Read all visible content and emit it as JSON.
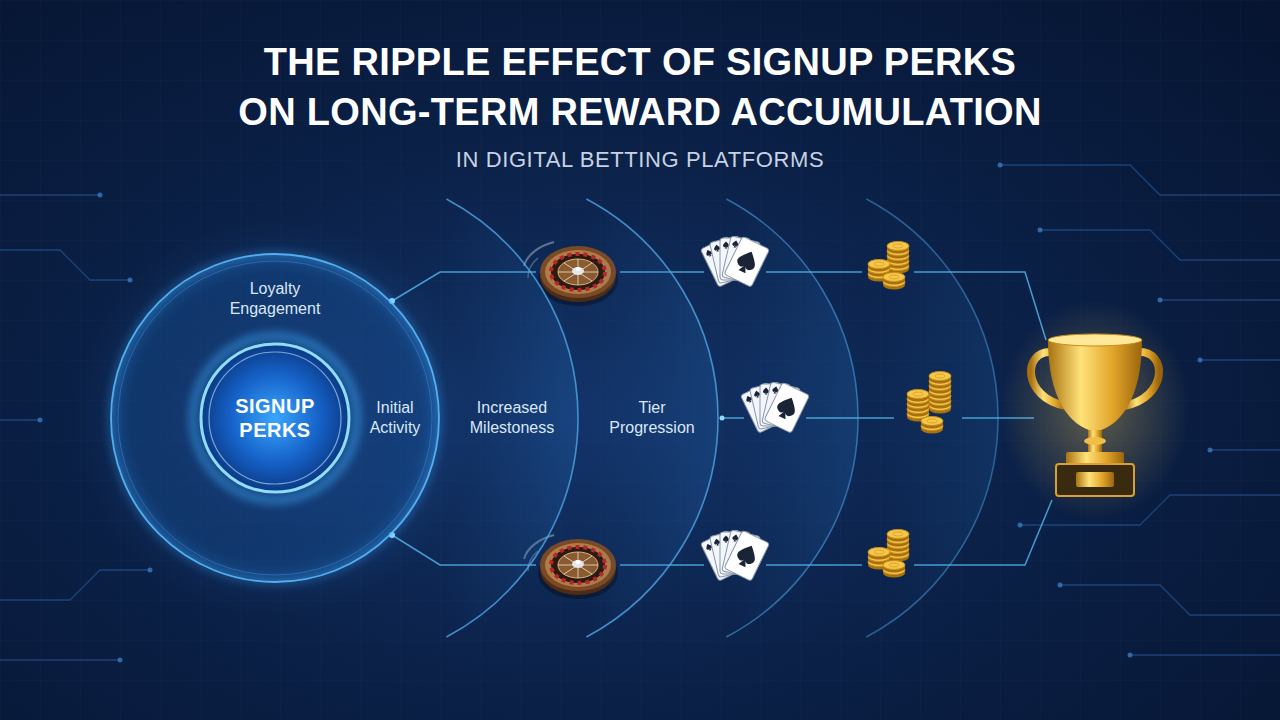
{
  "diagram": {
    "title": "THE RIPPLE EFFECT OF SIGNUP PERKS ON LONG-TERM REWARD ACCUMULATION",
    "nodes": [
      {
        "text": [
          "Loyalty Engagement",
          "Initial Activity"
        ]
      },
      {
        "text": [
          "SIGNUP PERKS"
        ],
        "in": 0
      },
      {
        "text": [
          "Increased Milestoness"
        ]
      },
      {
        "text": [
          "Tier Progression"
        ]
      }
    ],
    "labels": [
      "IN DIGITAL BETTING PLATFORMS"
    ]
  }
}
